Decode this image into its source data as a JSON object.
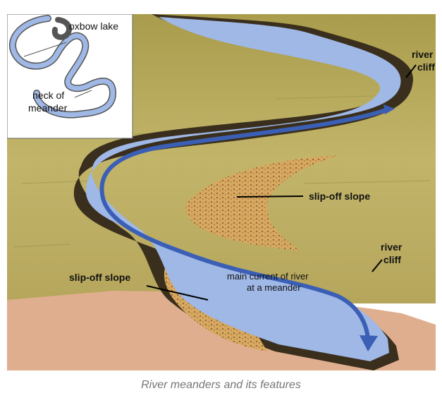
{
  "inset": {
    "oxbow_label": "oxbow lake",
    "neck_label_line1": "neck of",
    "neck_label_line2": "meander"
  },
  "labels": {
    "river_cliff_top_line1": "river",
    "river_cliff_top_line2": "cliff",
    "slip_off_upper": "slip-off slope",
    "river_cliff_right_line1": "river",
    "river_cliff_right_line2": "cliff",
    "slip_off_lower": "slip-off slope",
    "current_line1": "main current of river",
    "current_line2": "at a meander"
  },
  "caption": "River meanders and its features",
  "colors": {
    "grass": "#b7a95a",
    "soil": "#dfae8e",
    "water": "#9fb8e6",
    "current": "#3b5fb5",
    "cliff": "#3a2f1d",
    "slope": "#c9964f"
  }
}
